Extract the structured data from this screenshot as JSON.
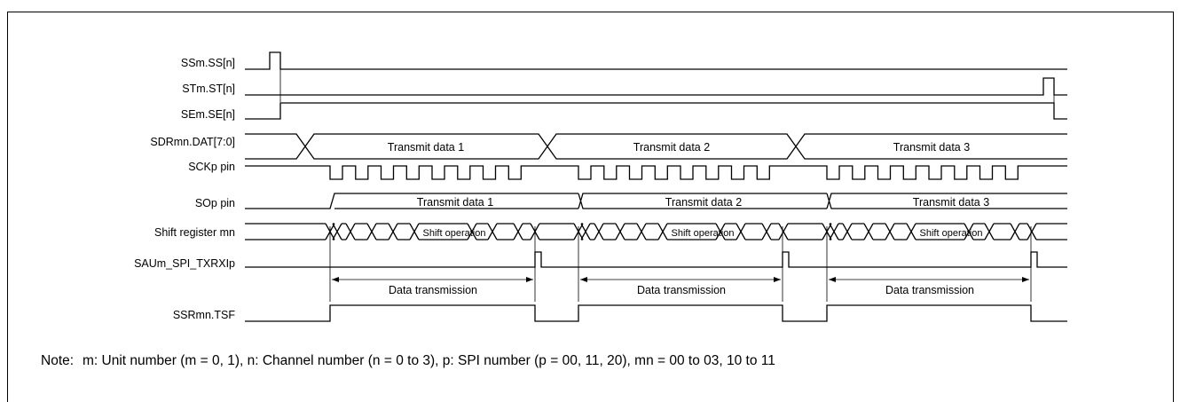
{
  "signals": [
    {
      "id": "ss",
      "label": "SSm.SS[n]"
    },
    {
      "id": "st",
      "label": "STm.ST[n]"
    },
    {
      "id": "se",
      "label": "SEm.SE[n]"
    },
    {
      "id": "sdr",
      "label": "SDRmn.DAT[7:0]"
    },
    {
      "id": "sck",
      "label": "SCKp pin"
    },
    {
      "id": "so",
      "label": "SOp pin"
    },
    {
      "id": "shift",
      "label": "Shift register mn"
    },
    {
      "id": "irq",
      "label": "SAUm_SPI_TXRXIp"
    },
    {
      "id": "tsf",
      "label": "SSRmn.TSF"
    }
  ],
  "sdr_data": [
    "Transmit data 1",
    "Transmit data 2",
    "Transmit data 3"
  ],
  "so_data": [
    "Transmit data 1",
    "Transmit data 2",
    "Transmit data 3"
  ],
  "shift_label": "Shift operation",
  "transmission_label": "Data transmission",
  "note": {
    "label": "Note:",
    "text": "m: Unit number (m = 0, 1), n: Channel number (n = 0 to 3), p: SPI number (p = 00, 11, 20), mn = 00 to 03, 10 to 11"
  }
}
